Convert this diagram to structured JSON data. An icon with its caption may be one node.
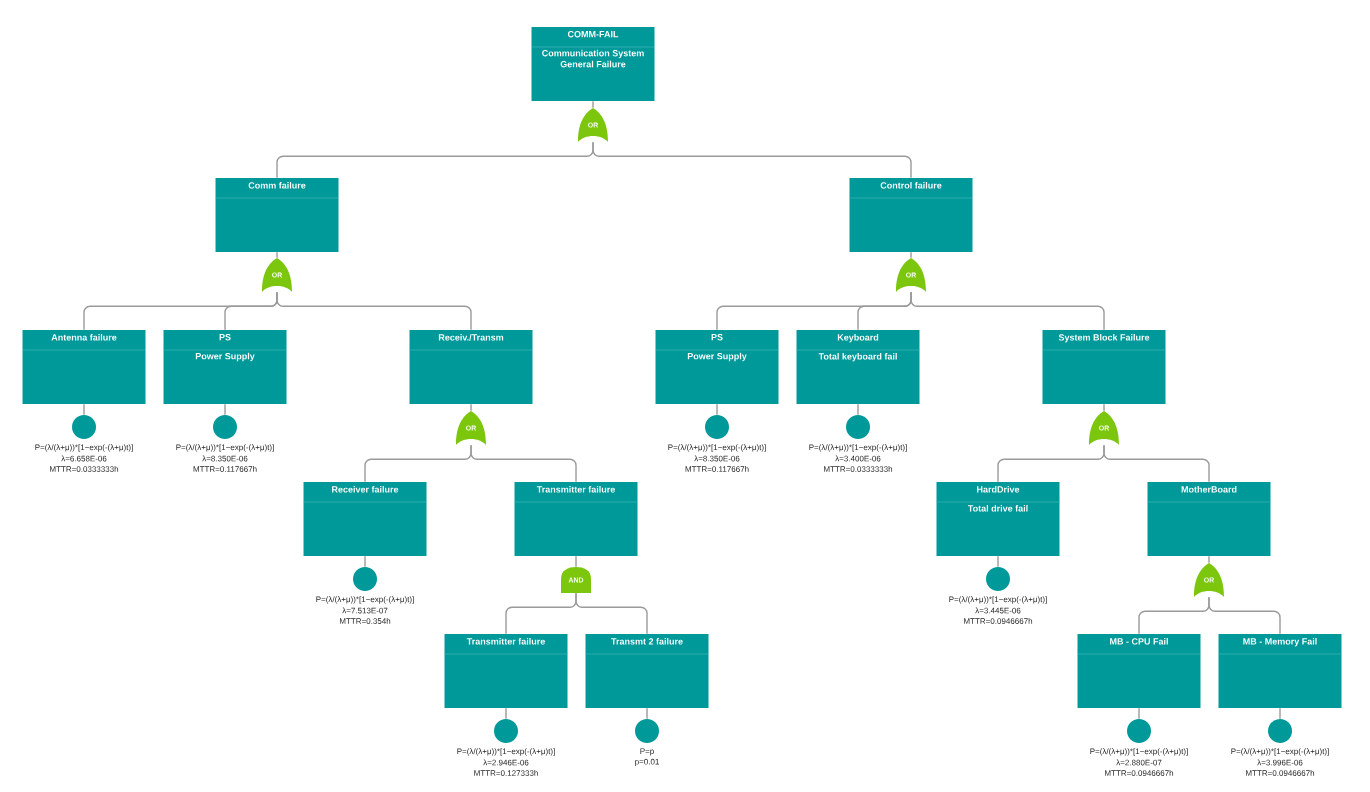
{
  "diagram": {
    "nodes": [
      {
        "text": [
          "COMM-FAIL",
          "Communication System General Failure"
        ]
      },
      {
        "text": [
          "OR"
        ]
      },
      {
        "text": [
          "Comm failure"
        ]
      },
      {
        "text": [
          "Control failure"
        ]
      },
      {
        "text": [
          "OR"
        ]
      },
      {
        "text": [
          "OR"
        ]
      },
      {
        "text": [
          "Antenna failure"
        ]
      },
      {
        "text": [
          "PS",
          "Power Supply"
        ]
      },
      {
        "text": [
          "Receiv./Transm"
        ]
      },
      {
        "text": [
          "PS",
          "Power Supply"
        ]
      },
      {
        "text": [
          "Keyboard",
          "Total keyboard fail"
        ]
      },
      {
        "text": [
          "System Block Failure"
        ]
      },
      {
        "text": [],
        "shape": "circle",
        "beside": [
          "P=(λ/(λ+μ))*[1−exp(-(λ+μ)t)]",
          "λ=6.658E-06",
          "MTTR=0.0333333h"
        ]
      },
      {
        "text": [],
        "shape": "circle",
        "beside": [
          "P=(λ/(λ+μ))*[1−exp(-(λ+μ)t)]",
          "λ=8.350E-06",
          "MTTR=0.117667h"
        ]
      },
      {
        "text": [
          "OR"
        ]
      },
      {
        "text": [],
        "shape": "circle",
        "beside": [
          "P=(λ/(λ+μ))*[1−exp(-(λ+μ)t)]",
          "λ=8.350E-06",
          "MTTR=0.117667h"
        ]
      },
      {
        "text": [],
        "shape": "circle",
        "beside": [
          "P=(λ/(λ+μ))*[1−exp(-(λ+μ)t)]",
          "λ=3.400E-06",
          "MTTR=0.0333333h"
        ]
      },
      {
        "text": [
          "OR"
        ]
      },
      {
        "text": [
          "Receiver failure"
        ]
      },
      {
        "text": [
          "Transmitter failure"
        ]
      },
      {
        "text": [
          "HardDrive",
          "Total drive fail"
        ]
      },
      {
        "text": [
          "MotherBoard"
        ]
      },
      {
        "text": [],
        "shape": "circle",
        "beside": [
          "P=(λ/(λ+μ))*[1−exp(-(λ+μ)t)]",
          "λ=7.513E-07",
          "MTTR=0.354h"
        ]
      },
      {
        "text": [
          "AND"
        ]
      },
      {
        "text": [],
        "shape": "circle",
        "beside": [
          "P=(λ/(λ+μ))*[1−exp(-(λ+μ)t)]",
          "λ=3.445E-06",
          "MTTR=0.0946667h"
        ]
      },
      {
        "text": [
          "OR"
        ]
      },
      {
        "text": [
          "Transmitter failure"
        ]
      },
      {
        "text": [
          "Transmt 2 failure"
        ]
      },
      {
        "text": [
          "MB - CPU Fail"
        ]
      },
      {
        "text": [
          "MB - Memory Fail"
        ]
      },
      {
        "text": [],
        "shape": "circle",
        "beside": [
          "P=(λ/(λ+μ))*[1−exp(-(λ+μ)t)]",
          "λ=2.946E-06",
          "MTTR=0.127333h"
        ]
      },
      {
        "text": [],
        "shape": "circle",
        "beside": [
          "P=p",
          "p=0.01"
        ]
      },
      {
        "text": [],
        "shape": "circle",
        "beside": [
          "P=(λ/(λ+μ))*[1−exp(-(λ+μ)t)]",
          "λ=2.880E-07",
          "MTTR=0.0946667h"
        ]
      },
      {
        "text": [],
        "shape": "circle",
        "beside": [
          "P=(λ/(λ+μ))*[1−exp(-(λ+μ)t)]",
          "λ=3.996E-06",
          "MTTR=0.0946667h"
        ]
      }
    ],
    "edges": [
      {
        "from": 0,
        "to": 1,
        "arrow": "none"
      },
      {
        "from": 1,
        "to": 2,
        "arrow": "none"
      },
      {
        "from": 1,
        "to": 3,
        "arrow": "none"
      },
      {
        "from": 2,
        "to": 4,
        "arrow": "none"
      },
      {
        "from": 3,
        "to": 5,
        "arrow": "none"
      },
      {
        "from": 4,
        "to": 6,
        "arrow": "none"
      },
      {
        "from": 4,
        "to": 7,
        "arrow": "none"
      },
      {
        "from": 4,
        "to": 8,
        "arrow": "none"
      },
      {
        "from": 5,
        "to": 9,
        "arrow": "none"
      },
      {
        "from": 5,
        "to": 10,
        "arrow": "none"
      },
      {
        "from": 5,
        "to": 11,
        "arrow": "none"
      },
      {
        "from": 6,
        "to": 12,
        "arrow": "none"
      },
      {
        "from": 7,
        "to": 13,
        "arrow": "none"
      },
      {
        "from": 8,
        "to": 14,
        "arrow": "none"
      },
      {
        "from": 9,
        "to": 15,
        "arrow": "none"
      },
      {
        "from": 10,
        "to": 16,
        "arrow": "none"
      },
      {
        "from": 11,
        "to": 17,
        "arrow": "none"
      },
      {
        "from": 14,
        "to": 18,
        "arrow": "none"
      },
      {
        "from": 14,
        "to": 19,
        "arrow": "none"
      },
      {
        "from": 17,
        "to": 20,
        "arrow": "none"
      },
      {
        "from": 17,
        "to": 21,
        "arrow": "none"
      },
      {
        "from": 18,
        "to": 22,
        "arrow": "none"
      },
      {
        "from": 19,
        "to": 23,
        "arrow": "none"
      },
      {
        "from": 20,
        "to": 24,
        "arrow": "none"
      },
      {
        "from": 21,
        "to": 25,
        "arrow": "none"
      },
      {
        "from": 23,
        "to": 26,
        "arrow": "none"
      },
      {
        "from": 23,
        "to": 27,
        "arrow": "none"
      },
      {
        "from": 25,
        "to": 28,
        "arrow": "none"
      },
      {
        "from": 25,
        "to": 29,
        "arrow": "none"
      },
      {
        "from": 26,
        "to": 30,
        "arrow": "none"
      },
      {
        "from": 27,
        "to": 31,
        "arrow": "none"
      },
      {
        "from": 28,
        "to": 32,
        "arrow": "none"
      },
      {
        "from": 29,
        "to": 33,
        "arrow": "none"
      }
    ]
  }
}
